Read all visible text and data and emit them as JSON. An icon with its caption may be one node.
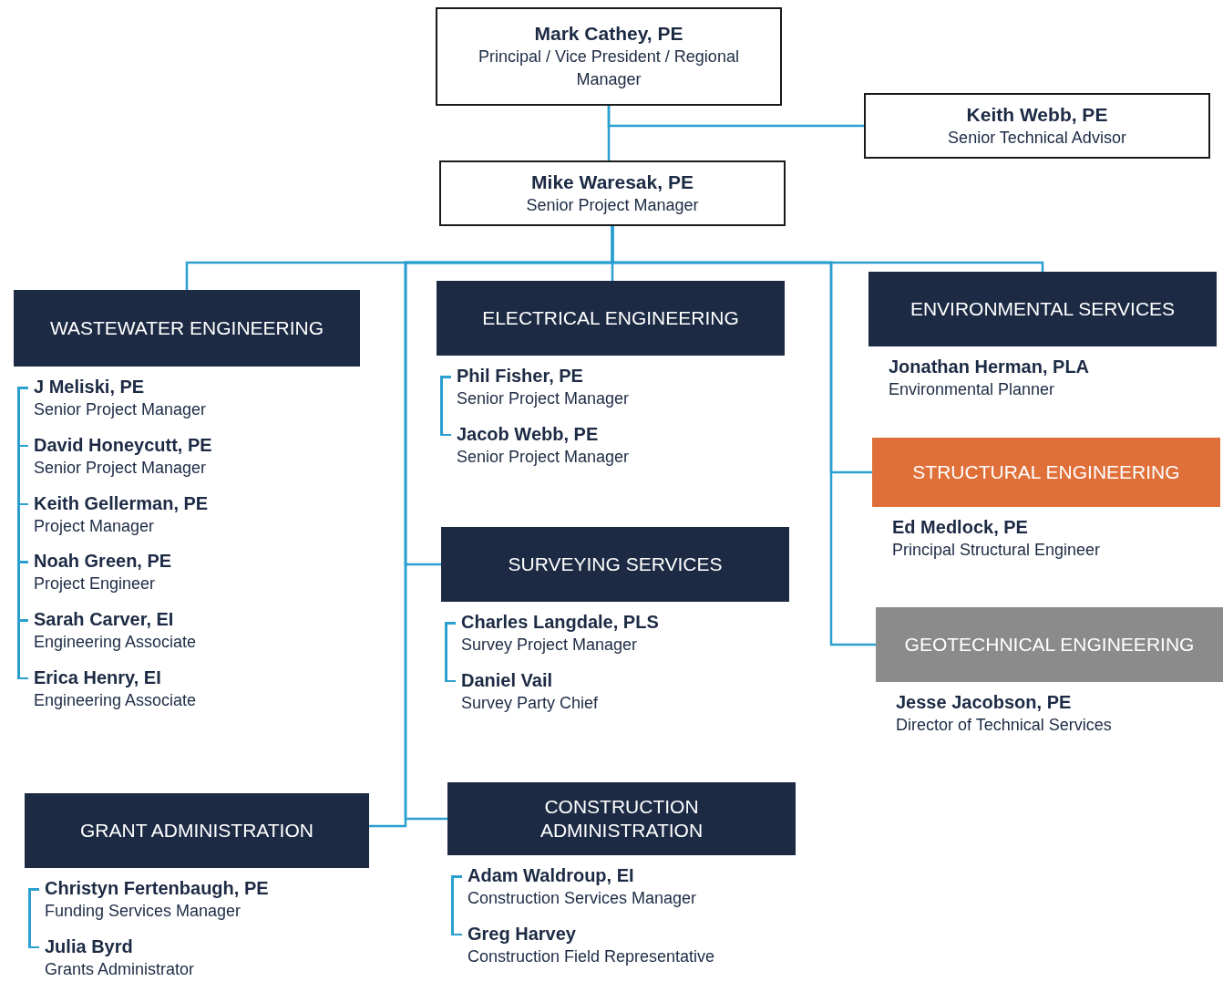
{
  "diagram": {
    "nodes": [
      {
        "text": [
          "Mark Cathey, PE",
          "Principal / Vice President / Regional Manager"
        ]
      },
      {
        "text": [
          "Keith Webb, PE",
          "Senior Technical Advisor"
        ]
      },
      {
        "text": [
          "Mike Waresak, PE",
          "Senior Project Manager"
        ]
      },
      {
        "text": [
          "WASTEWATER ENGINEERING"
        ],
        "beside": [
          "J Meliski, PE",
          "Senior Project Manager",
          "David Honeycutt, PE",
          "Senior Project Manager",
          "Keith Gellerman, PE",
          "Project Manager",
          "Noah Green, PE",
          "Project Engineer",
          "Sarah Carver, EI",
          "Engineering Associate",
          "Erica Henry, EI",
          "Engineering Associate"
        ]
      },
      {
        "text": [
          "ELECTRICAL ENGINEERING"
        ],
        "beside": [
          "Phil Fisher, PE",
          "Senior Project Manager",
          "Jacob Webb, PE",
          "Senior Project Manager"
        ]
      },
      {
        "text": [
          "ENVIRONMENTAL SERVICES"
        ],
        "beside": [
          "Jonathan Herman, PLA",
          "Environmental Planner"
        ]
      },
      {
        "text": [
          "SURVEYING SERVICES"
        ],
        "beside": [
          "Charles Langdale, PLS",
          "Survey Project Manager",
          "Daniel Vail",
          "Survey Party Chief"
        ]
      },
      {
        "text": [
          "STRUCTURAL ENGINEERING"
        ],
        "beside": [
          "Ed Medlock, PE",
          "Principal Structural Engineer"
        ]
      },
      {
        "text": [
          "GRANT ADMINISTRATION"
        ],
        "beside": [
          "Christyn Fertenbaugh, PE",
          "Funding Services Manager",
          "Julia Byrd",
          "Grants Administrator"
        ]
      },
      {
        "text": [
          "CONSTRUCTION ADMINISTRATION"
        ],
        "beside": [
          "Adam Waldroup, EI",
          "Construction Services Manager",
          "Greg Harvey",
          "Construction Field Representative"
        ]
      },
      {
        "text": [
          "GEOTECHNICAL ENGINEERING"
        ],
        "beside": [
          "Jesse Jacobson, PE",
          "Director of Technical Services"
        ]
      }
    ],
    "edges": [
      {
        "from": 0,
        "to": 2,
        "arrow": "none"
      },
      {
        "from": 0,
        "to": 1,
        "arrow": "none"
      },
      {
        "from": 2,
        "to": 3,
        "arrow": "none"
      },
      {
        "from": 2,
        "to": 4,
        "arrow": "none"
      },
      {
        "from": 2,
        "to": 5,
        "arrow": "none"
      },
      {
        "from": 2,
        "to": 6,
        "arrow": "none"
      },
      {
        "from": 2,
        "to": 7,
        "arrow": "none"
      },
      {
        "from": 2,
        "to": 8,
        "arrow": "none"
      },
      {
        "from": 2,
        "to": 9,
        "arrow": "none"
      },
      {
        "from": 2,
        "to": 10,
        "arrow": "none"
      }
    ]
  }
}
